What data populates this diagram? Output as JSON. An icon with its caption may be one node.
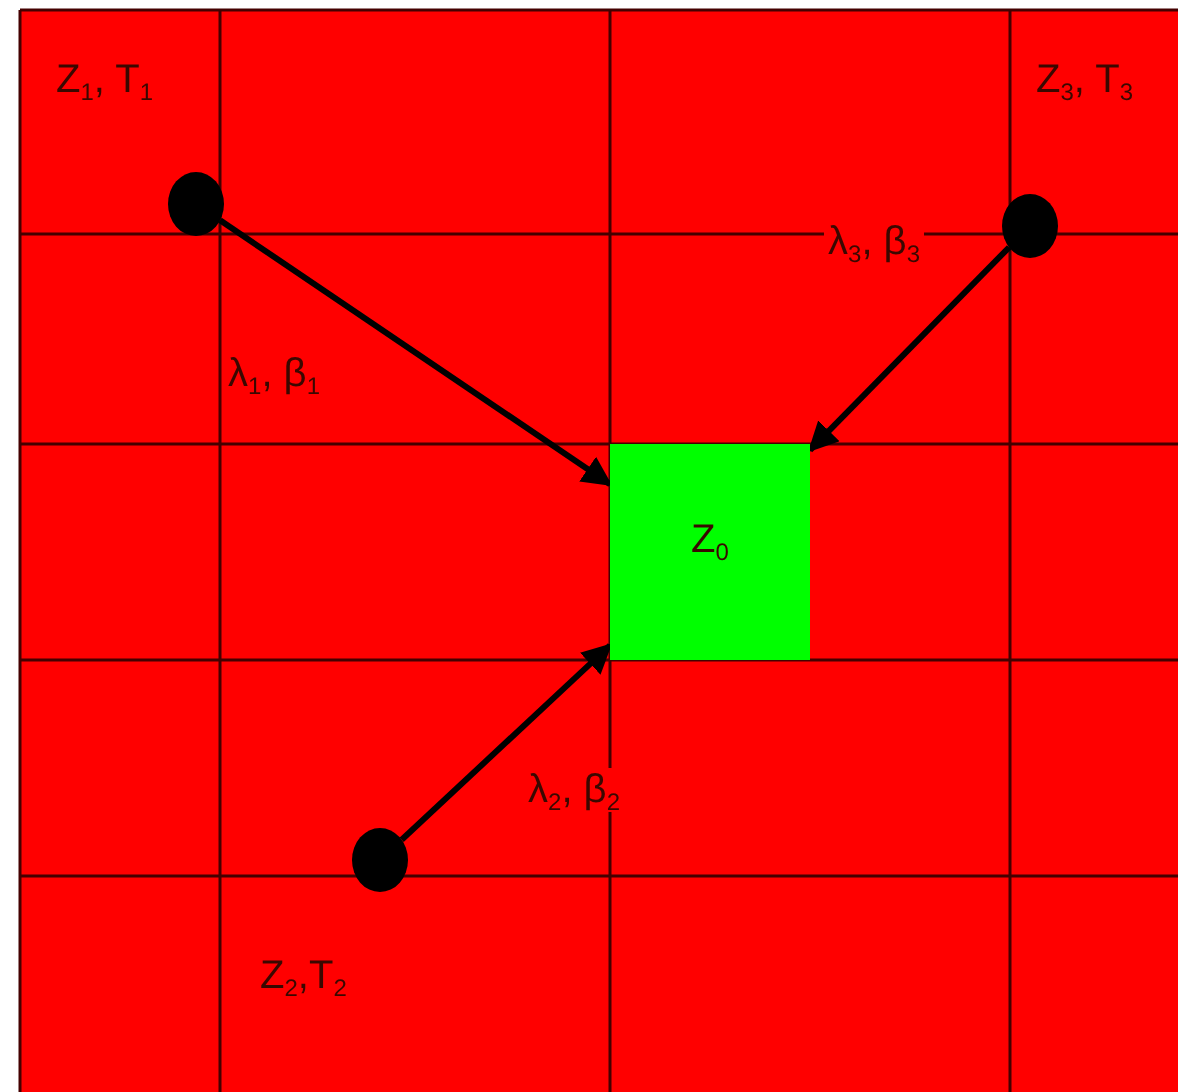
{
  "diagram": {
    "nodes": [
      {
        "text": [],
        "shape": "circle",
        "beside": [
          "Z$_{1}$, T$_{1}$"
        ]
      },
      {
        "text": [],
        "shape": "circle",
        "beside": [
          "Z$_{3}$, T$_{3}$"
        ]
      },
      {
        "text": [
          "Z$_{0}$"
        ]
      },
      {
        "text": [],
        "shape": "circle",
        "beside": [
          "Z$_{2}$,T$_{2}$"
        ]
      }
    ],
    "edges": [
      {
        "from": 0,
        "to": 2,
        "arrow": "to",
        "label": "λ$_{1}$, β$_{1}$"
      },
      {
        "from": 1,
        "to": 2,
        "arrow": "to",
        "label": "λ$_{3}$, β$_{3}$"
      },
      {
        "from": 3,
        "to": 2,
        "arrow": "to",
        "label": "λ$_{2}$, β$_{2}$"
      }
    ]
  }
}
